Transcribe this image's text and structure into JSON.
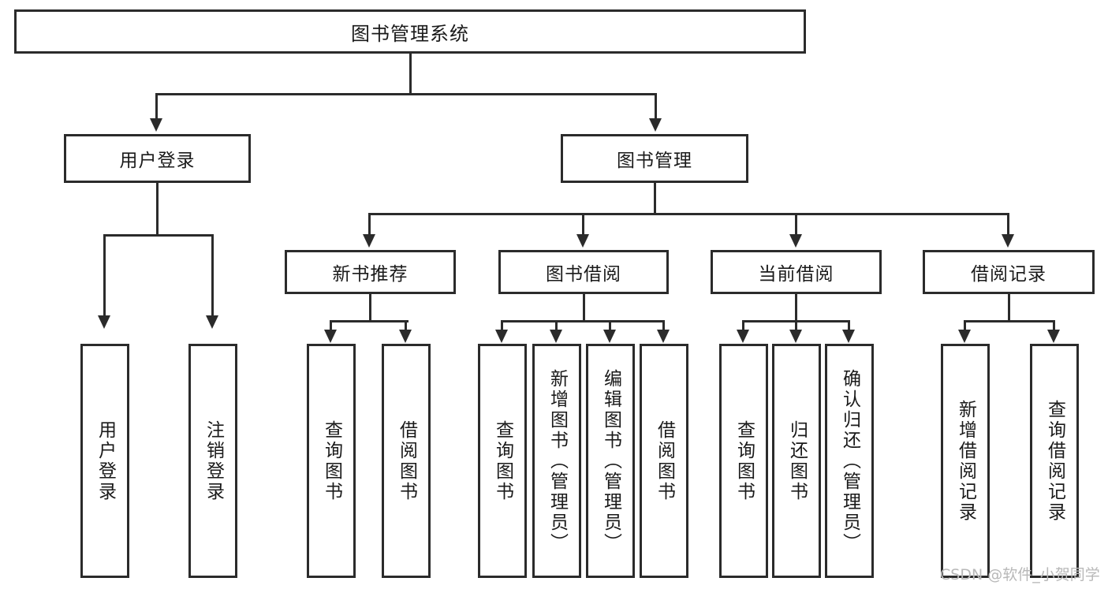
{
  "diagram": {
    "type": "tree-hierarchy-chart",
    "title": "图书管理系统",
    "stroke_color": "#2b2b2b",
    "background_color": "#ffffff",
    "text_color": "#1a1a1a",
    "nodes": {
      "root": {
        "label": "图书管理系统"
      },
      "level2": [
        {
          "label": "用户登录"
        },
        {
          "label": "图书管理"
        }
      ],
      "level3": [
        {
          "label": "新书推荐"
        },
        {
          "label": "图书借阅"
        },
        {
          "label": "当前借阅"
        },
        {
          "label": "借阅记录"
        }
      ],
      "leaves_user_login": [
        {
          "label": "用户登录"
        },
        {
          "label": "注销登录"
        }
      ],
      "leaves_new_book": [
        {
          "label": "查询图书"
        },
        {
          "label": "借阅图书"
        }
      ],
      "leaves_borrow": [
        {
          "label": "查询图书"
        },
        {
          "label": "新增图书（管理员）"
        },
        {
          "label": "编辑图书（管理员）"
        },
        {
          "label": "借阅图书"
        }
      ],
      "leaves_current": [
        {
          "label": "查询图书"
        },
        {
          "label": "归还图书"
        },
        {
          "label": "确认归还（管理员）"
        }
      ],
      "leaves_records": [
        {
          "label": "新增借阅记录"
        },
        {
          "label": "查询借阅记录"
        }
      ]
    }
  },
  "watermark": {
    "text": "CSDN @软件_小贺同学",
    "color": "#b8b8b8"
  }
}
